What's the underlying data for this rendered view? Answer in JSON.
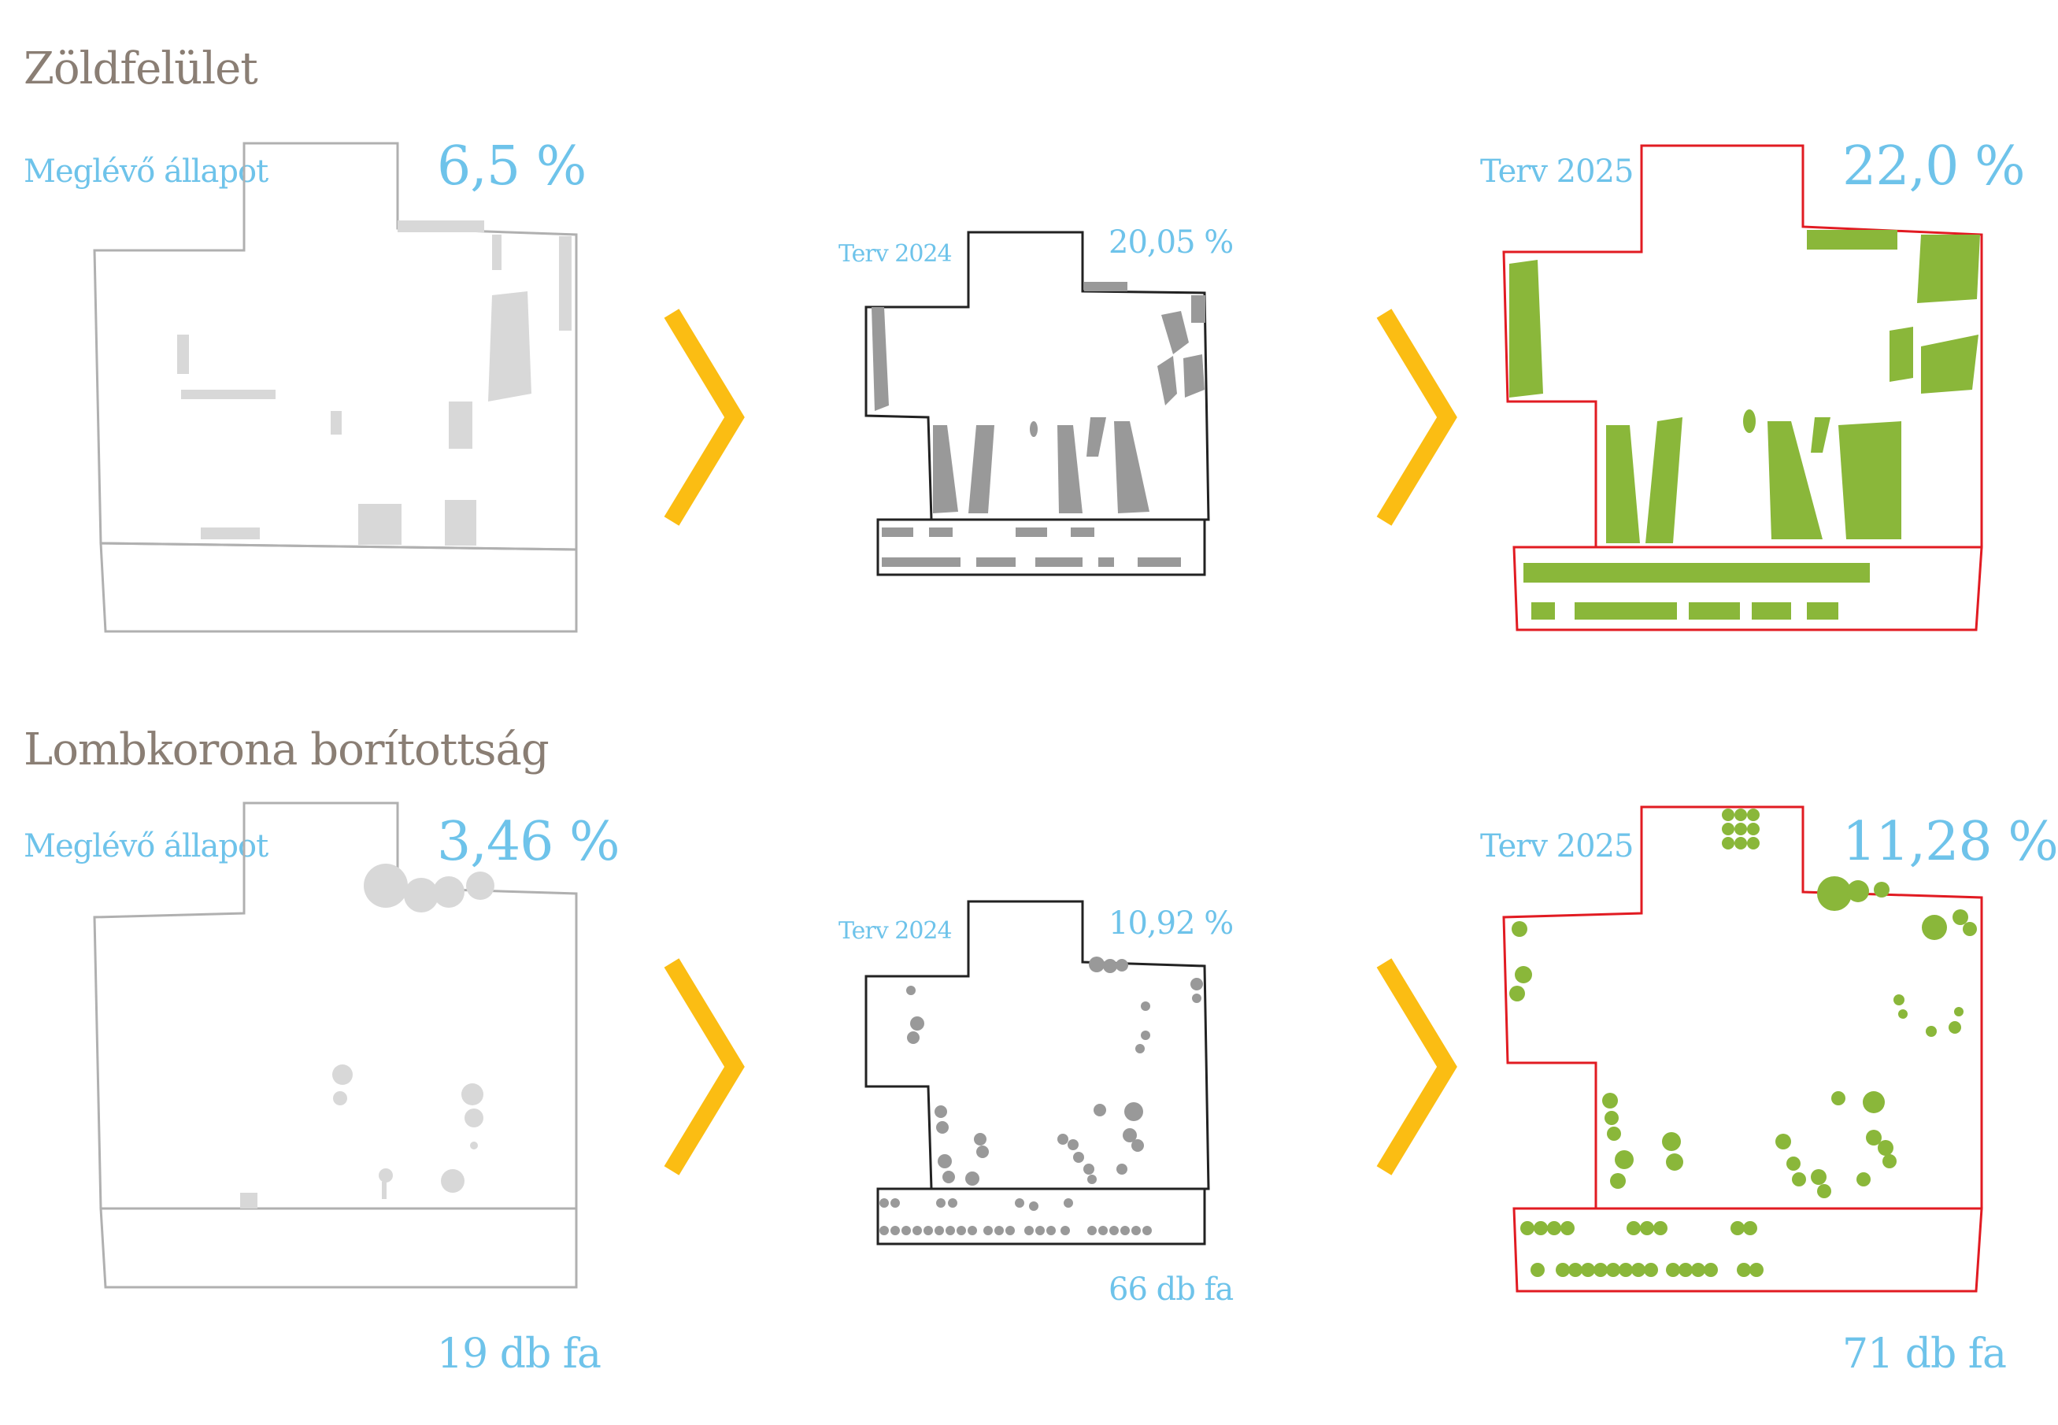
{
  "colors": {
    "label": "#6ec3ea",
    "title": "#8a7e74",
    "arrow": "#fbbd13",
    "existing_fill": "#d8d8d8",
    "plan2024_fill": "#999999",
    "plan2025_fill": "#8ab73a",
    "plan2025_outline": "#e11b22"
  },
  "green_area": {
    "title": "Zöldfelület",
    "existing": {
      "label": "Meglévő állapot",
      "value": "6,5 %"
    },
    "plan_2024": {
      "label": "Terv 2024",
      "value": "20,05 %"
    },
    "plan_2025": {
      "label": "Terv 2025",
      "value": "22,0 %"
    }
  },
  "canopy": {
    "title": "Lombkorona borítottság",
    "existing": {
      "label": "Meglévő állapot",
      "value": "3,46 %",
      "trees": "19 db fa"
    },
    "plan_2024": {
      "label": "Terv 2024",
      "value": "10,92 %",
      "trees": "66 db fa"
    },
    "plan_2025": {
      "label": "Terv 2025",
      "value": "11,28 %",
      "trees": "71 db fa"
    }
  },
  "icons": {
    "arrow": "chevron-right-icon"
  }
}
